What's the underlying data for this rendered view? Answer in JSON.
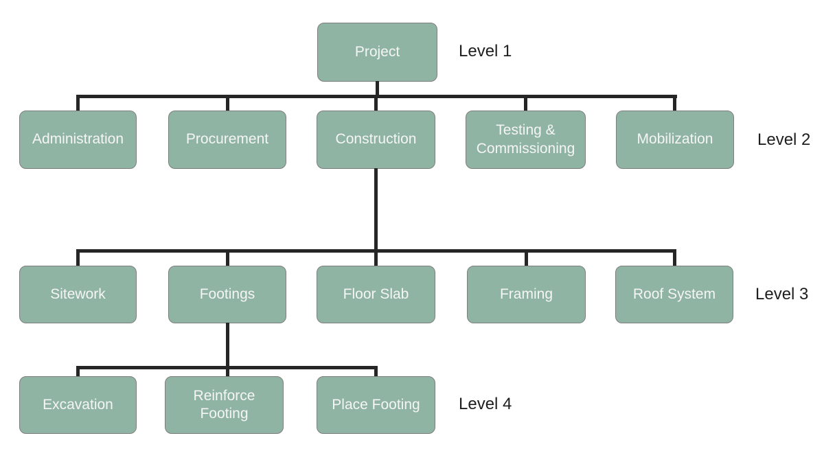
{
  "diagram": {
    "type": "work-breakdown-structure",
    "root": {
      "label": "Project"
    },
    "level2": {
      "parent": "Project",
      "nodes": [
        "Administration",
        "Procurement",
        "Construction",
        "Testing & Commissioning",
        "Mobilization"
      ]
    },
    "level3": {
      "parent": "Construction",
      "nodes": [
        "Sitework",
        "Footings",
        "Floor Slab",
        "Framing",
        "Roof System"
      ]
    },
    "level4": {
      "parent": "Footings",
      "nodes": [
        "Excavation",
        "Reinforce Footing",
        "Place Footing"
      ]
    },
    "level_labels": [
      "Level 1",
      "Level 2",
      "Level 3",
      "Level 4"
    ]
  },
  "colors": {
    "box_fill": "#8FB4A4",
    "box_border": "#7d7d7d",
    "box_text": "#F5F5F3",
    "line": "#262626",
    "label_text": "#1E1E1E",
    "bg": "#FFFFFF"
  }
}
